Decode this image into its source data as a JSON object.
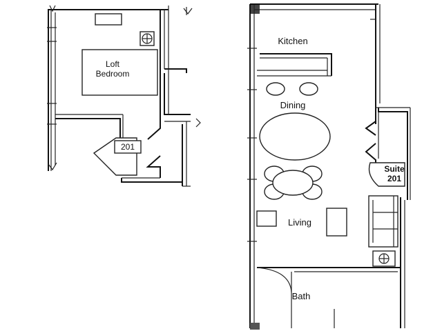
{
  "upper_floor": {
    "loft_bedroom_line1": "Loft",
    "loft_bedroom_line2": "Bedroom",
    "unit_number": "201"
  },
  "main_floor": {
    "kitchen": "Kitchen",
    "dining": "Dining",
    "living": "Living",
    "bath": "Bath",
    "suite_line1": "Suite",
    "suite_line2": "201"
  }
}
